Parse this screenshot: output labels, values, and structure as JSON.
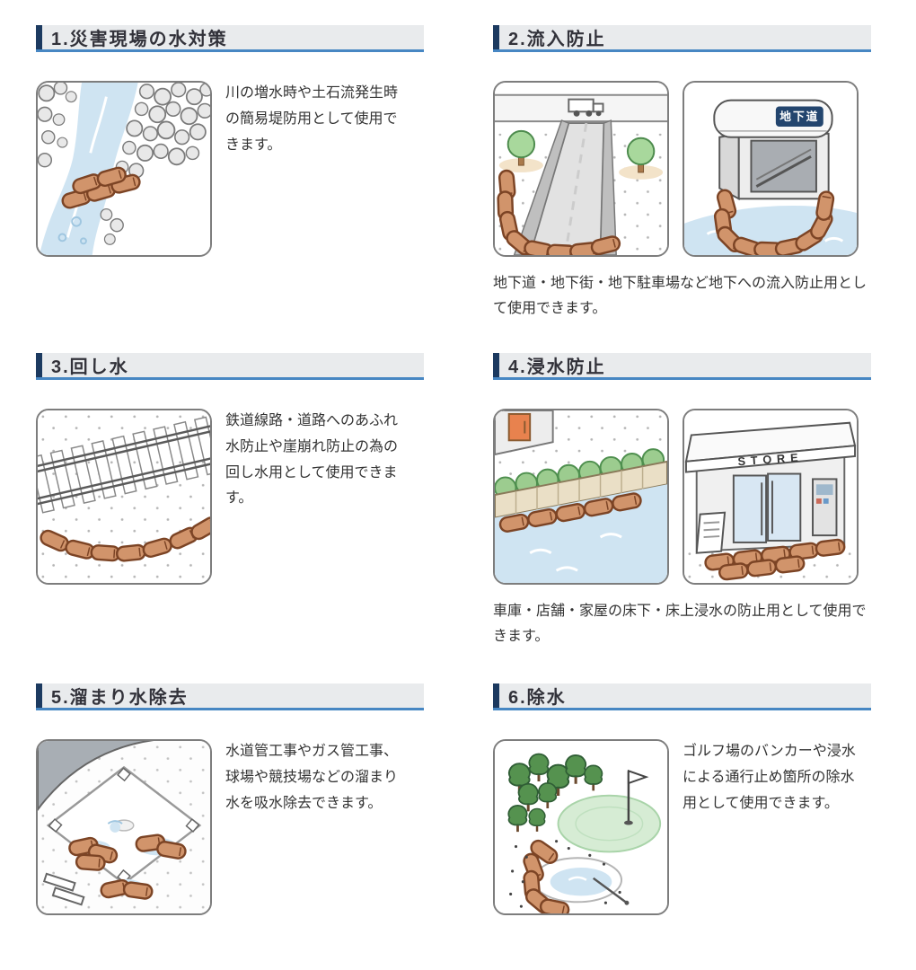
{
  "colors": {
    "accent_bar": "#1c3a60",
    "underline": "#4787c3",
    "header_bg": "#e9ebed",
    "text": "#333333",
    "sandbag": "#d1946b",
    "water": "#cfe4f2"
  },
  "signs": {
    "underground": "地下道",
    "store": "STORE"
  },
  "sections": [
    {
      "title": "1.災害現場の水対策",
      "description": "川の増水時や土石流発生時の簡易堤防用として使用できます。",
      "illustrations": [
        "river-sandbag-dam"
      ]
    },
    {
      "title": "2.流入防止",
      "description": "地下道・地下街・地下駐車場など地下への流入防止用として使用できます。",
      "illustrations": [
        "underpass-ramp",
        "underground-passage-entrance"
      ]
    },
    {
      "title": "3.回し水",
      "description": "鉄道線路・道路へのあふれ水防止や崖崩れ防止の為の回し水用として使用できます。",
      "illustrations": [
        "railroad-tracks"
      ]
    },
    {
      "title": "4.浸水防止",
      "description": "車庫・店舗・家屋の床下・床上浸水の防止用として使用できます。",
      "illustrations": [
        "street-planter-wall",
        "storefront"
      ]
    },
    {
      "title": "5.溜まり水除去",
      "description": "水道管工事やガス管工事、球場や競技場などの溜まり水を吸水除去できます。",
      "illustrations": [
        "baseball-field"
      ]
    },
    {
      "title": "6.除水",
      "description": "ゴルフ場のバンカーや浸水による通行止め箇所の除水用として使用できます。",
      "illustrations": [
        "golf-course"
      ]
    }
  ]
}
